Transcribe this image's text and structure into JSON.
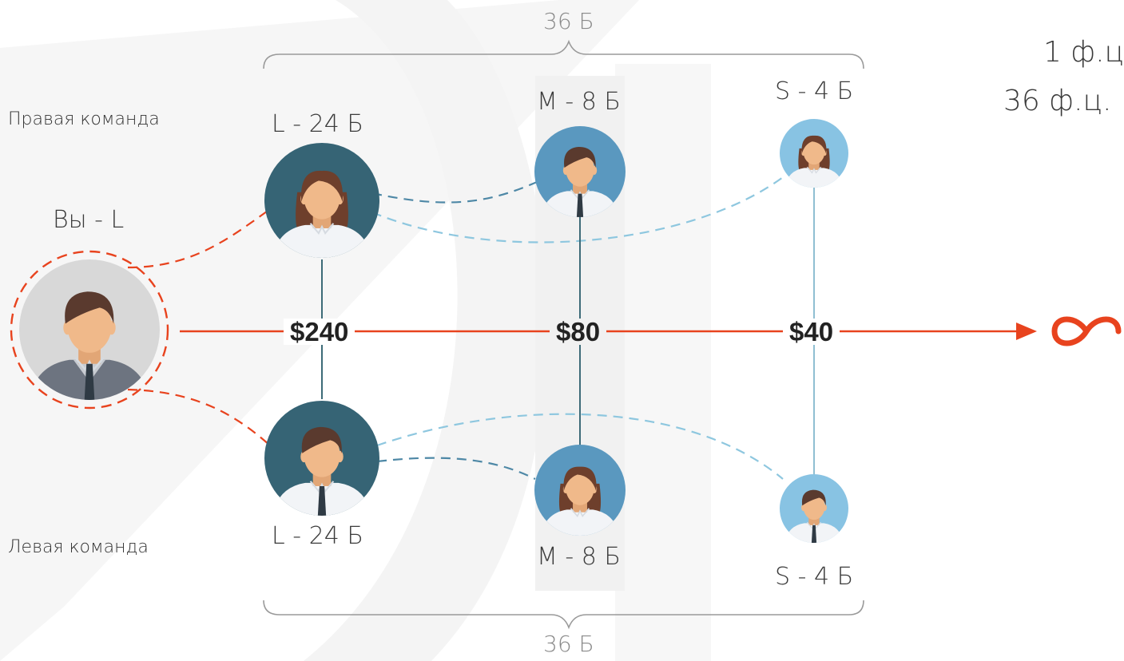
{
  "teams": {
    "right": "Правая команда",
    "left": "Левая команда"
  },
  "you": {
    "label": "Вы - L"
  },
  "brackets": {
    "top": "36 Б",
    "bottom": "36 Б"
  },
  "top_row": [
    {
      "label": "L - 24 Б",
      "gender": "female"
    },
    {
      "label": "M - 8 Б",
      "gender": "male"
    },
    {
      "label": "S - 4 Б",
      "gender": "female"
    }
  ],
  "bottom_row": [
    {
      "label": "L - 24 Б",
      "gender": "male"
    },
    {
      "label": "M - 8 Б",
      "gender": "female"
    },
    {
      "label": "S - 4 Б",
      "gender": "male"
    }
  ],
  "payouts": [
    "$240",
    "$80",
    "$40"
  ],
  "infinity_symbol": "∞",
  "formula": {
    "line1": "1 ф.ц",
    "line2": "36 ф.ц."
  },
  "colors": {
    "accent": "#e8431e",
    "avatar_large_bg": "#366475",
    "avatar_medium_bg": "#5a98bf",
    "avatar_small_bg": "#88c3e3",
    "dash_dark": "#4e88a6",
    "dash_light": "#8ec7df",
    "connector": "#3d6b78",
    "connector_light": "#8fbfd2"
  }
}
